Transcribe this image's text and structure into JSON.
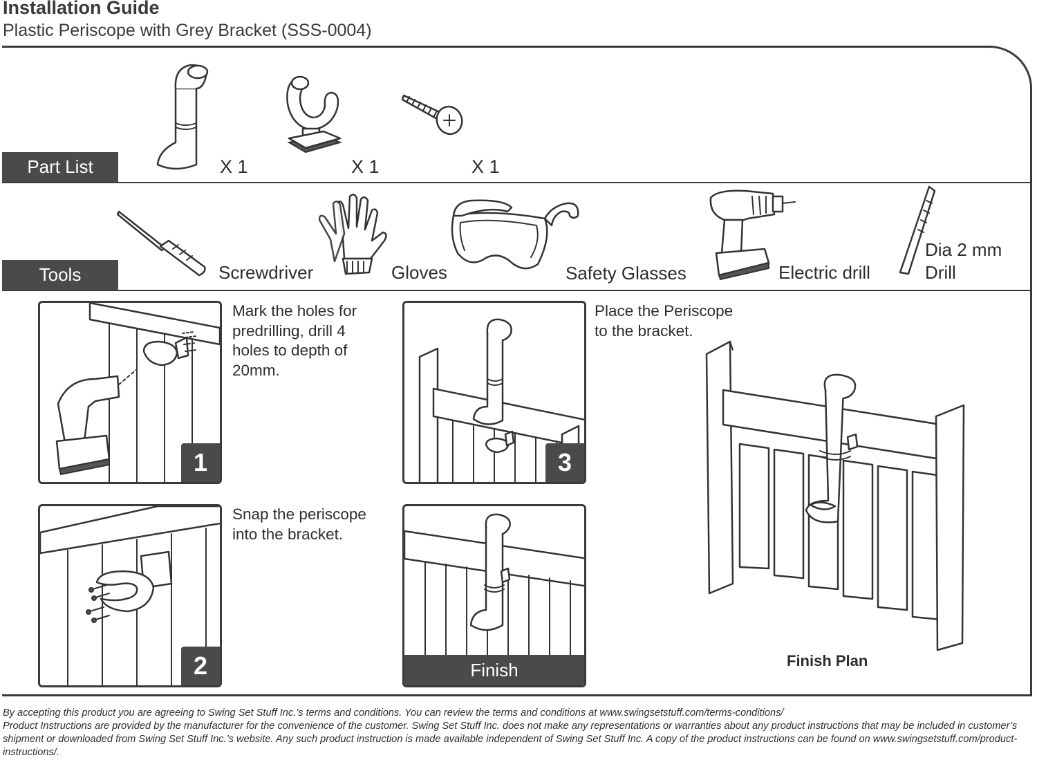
{
  "header": {
    "title": "Installation Guide",
    "subtitle": "Plastic Periscope with Grey Bracket (SSS-0004)"
  },
  "part_list": {
    "label": "Part List",
    "items": [
      {
        "icon": "periscope-icon",
        "qty": "X 1"
      },
      {
        "icon": "bracket-icon",
        "qty": "X 1"
      },
      {
        "icon": "screw-icon",
        "qty": "X 1"
      }
    ]
  },
  "tools": {
    "label": "Tools",
    "items": [
      {
        "icon": "screwdriver-icon",
        "label": "Screwdriver"
      },
      {
        "icon": "gloves-icon",
        "label": "Gloves"
      },
      {
        "icon": "safety-glasses-icon",
        "label": "Safety Glasses"
      },
      {
        "icon": "electric-drill-icon",
        "label": "Electric drill"
      },
      {
        "icon": "drill-bit-icon",
        "label_line1": "Dia 2 mm",
        "label_line2": "Drill"
      }
    ]
  },
  "steps": [
    {
      "number": "1",
      "text_lines": [
        "Mark the holes for",
        "predrilling, drill 4",
        "holes to depth of",
        "20mm."
      ]
    },
    {
      "number": "2",
      "text_lines": [
        "Snap the periscope",
        "into the bracket."
      ]
    },
    {
      "number": "3",
      "text_lines": [
        "Place the Periscope",
        "to the bracket."
      ]
    }
  ],
  "finish": {
    "label": "Finish",
    "plan_label": "Finish Plan"
  },
  "disclaimer": {
    "line1": "By accepting this product you are agreeing to Swing Set Stuff Inc.’s terms and conditions. You can review the terms and conditions at www.swingsetstuff.com/terms-conditions/",
    "line2": "Product Instructions are provided by the manufacturer for the convenience of the customer. Swing Set Stuff Inc. does not make any representations or warranties about any product instructions that may be included in customer’s shipment or downloaded from Swing Set Stuff Inc.’s website. Any such product instruction is made available independent of Swing Set Stuff Inc.  A copy of the product instructions can be found on www.swingsetstuff.com/product-instructions/."
  }
}
